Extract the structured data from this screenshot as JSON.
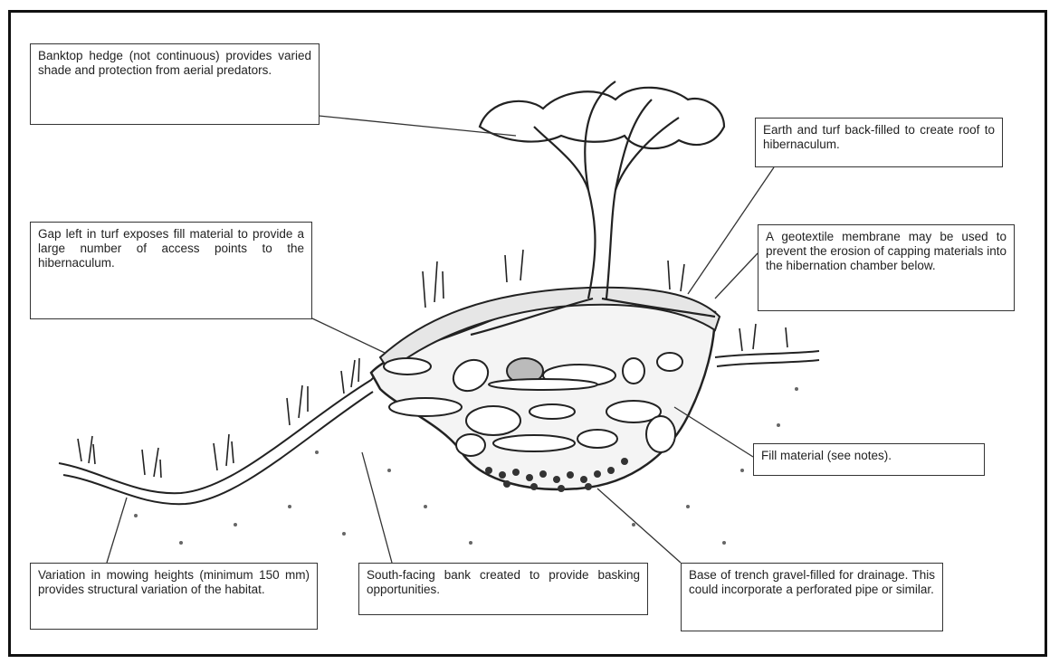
{
  "labels": {
    "hedge": "Banktop hedge (not continuous) provides varied shade and protection from aerial predators.",
    "roof": "Earth and turf back-filled to create roof to hibernaculum.",
    "gap": "Gap left in turf exposes fill material to provide a large number of access points to the hibernaculum.",
    "geotextile": "A geotextile membrane may be used to prevent the erosion of capping materials into the hibernation chamber below.",
    "fill": "Fill material (see notes).",
    "mowing": "Variation in mowing heights (minimum 150 mm) provides structural variation of the habitat.",
    "bank": "South-facing bank created to provide basking opportunities.",
    "base": "Base of trench gravel-filled for drainage. This could incorporate a perforated pipe or similar."
  },
  "colors": {
    "ink": "#222222",
    "border": "#111111",
    "background": "#ffffff"
  }
}
